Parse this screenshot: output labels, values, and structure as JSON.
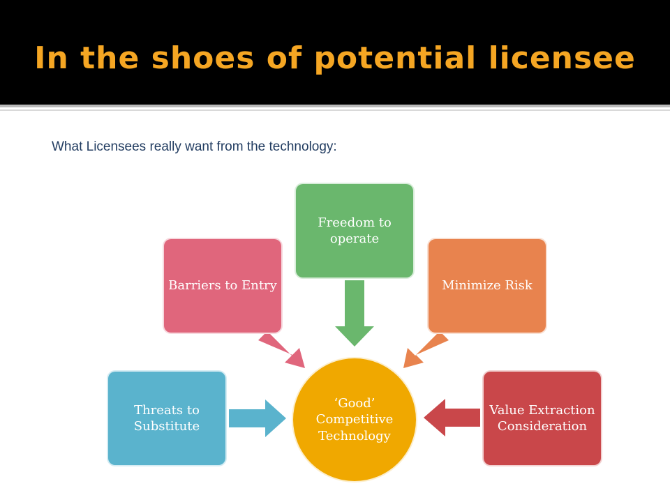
{
  "slide": {
    "title": "In the shoes of potential licensee",
    "subtitle": "What Licensees really want from the technology:"
  },
  "diagram": {
    "center": {
      "label": "‘Good’ Competitive Technology",
      "color": "#f0a800"
    },
    "nodes": [
      {
        "id": "threats",
        "label": "Threats to Substitute",
        "color": "#5ab3cd"
      },
      {
        "id": "barriers",
        "label": "Barriers to Entry",
        "color": "#e0667c"
      },
      {
        "id": "freedom",
        "label": "Freedom to operate",
        "color": "#6ab76d"
      },
      {
        "id": "risk",
        "label": "Minimize Risk",
        "color": "#e8834e"
      },
      {
        "id": "value",
        "label": "Value Extraction Consideration",
        "color": "#c9474a"
      }
    ]
  }
}
